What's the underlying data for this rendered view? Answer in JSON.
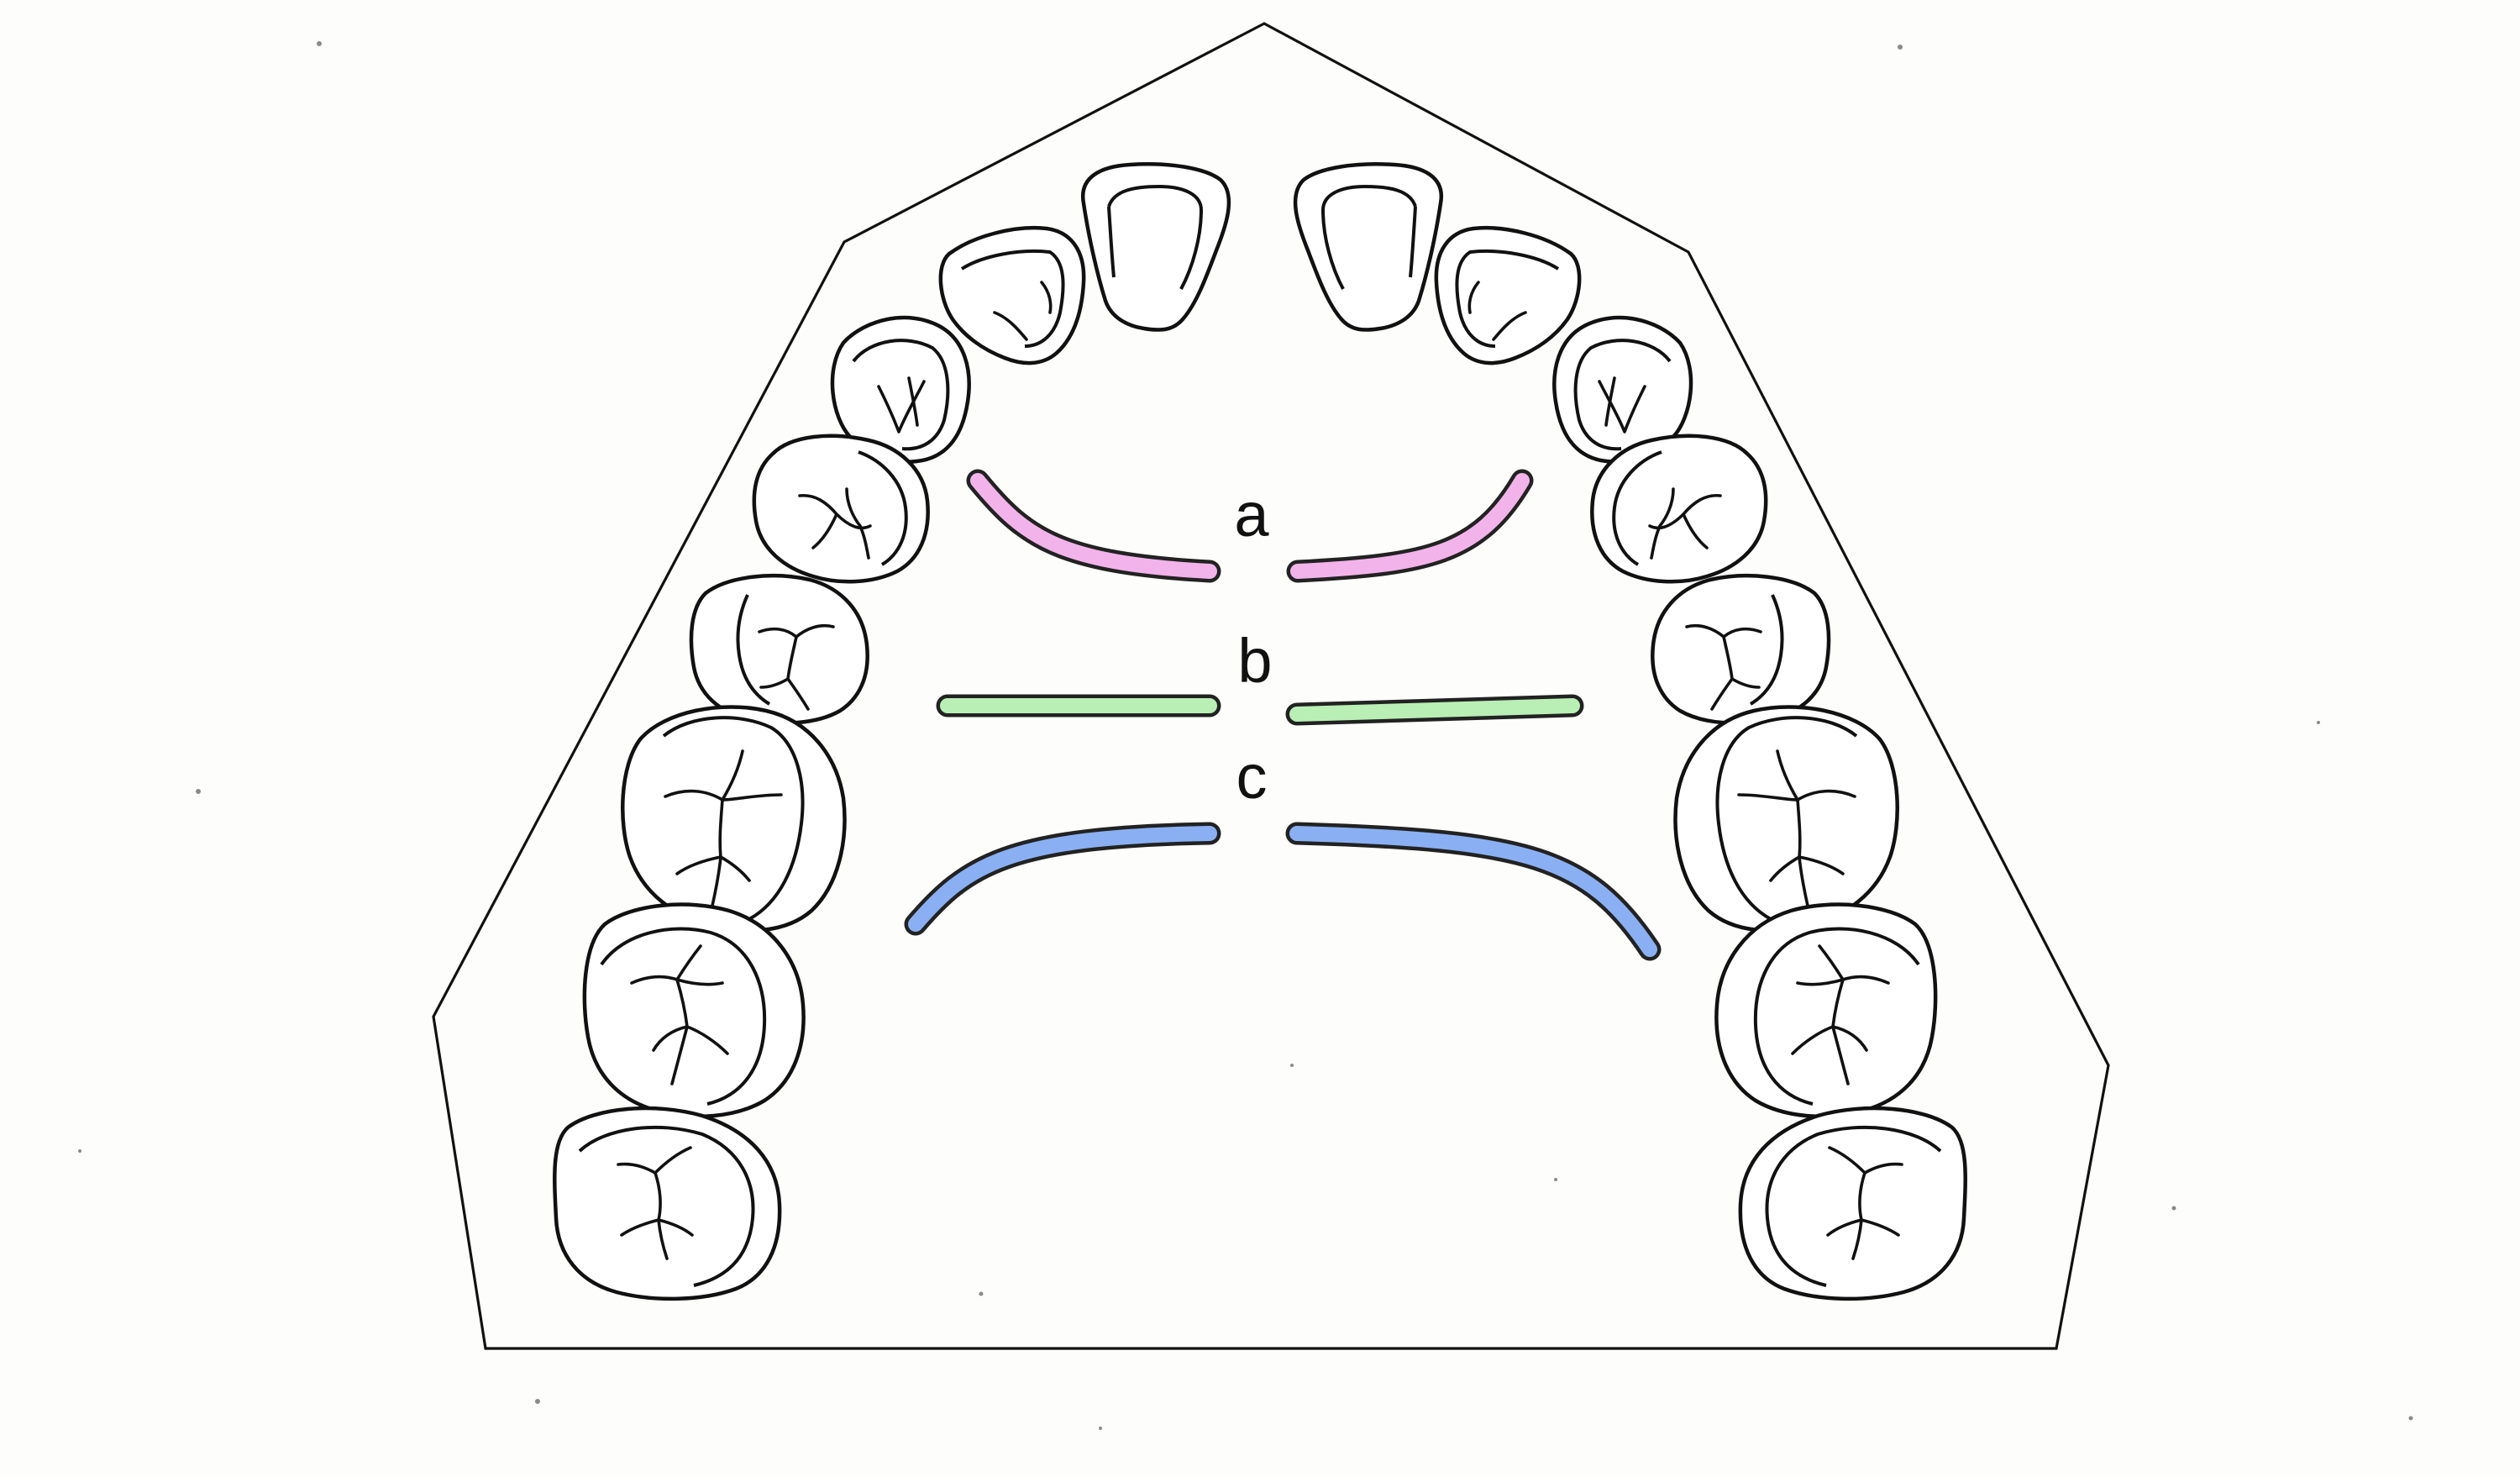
{
  "diagram": {
    "labels": {
      "a": "a",
      "b": "b",
      "c": "c"
    },
    "colors": {
      "wire_a": "#f2b3ea",
      "wire_b": "#b9efb4",
      "wire_c": "#8ab0f3",
      "outline": "#111111",
      "background": "#fdfdfb"
    }
  }
}
